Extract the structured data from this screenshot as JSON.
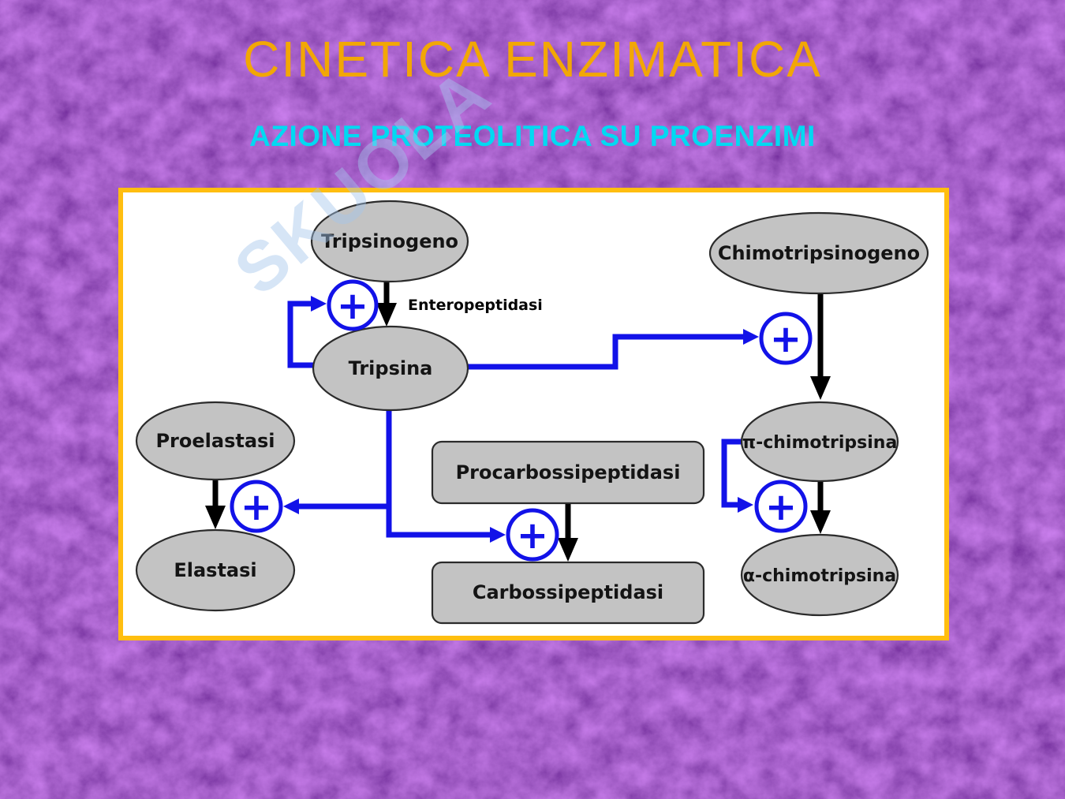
{
  "slide": {
    "title": "CINETICA ENZIMATICA",
    "subtitle": "AZIONE PROTEOLITICA SU PROENZIMI",
    "watermark_text": "SKUOLA"
  },
  "colors": {
    "background_purple": "#54209A",
    "title_orange": "#F2A705",
    "subtitle_cyan": "#00D9F2",
    "panel_border_gold": "#FFBE10",
    "panel_fill": "#FFFFFF",
    "node_fill_gray": "#C3C3C3",
    "node_border": "#2B2B2B",
    "activation_blue": "#1212E8",
    "conversion_black": "#000000"
  },
  "diagram": {
    "plus_symbol": "+",
    "enzyme_label": "Enteropeptidasi",
    "nodes": [
      {
        "id": "tripsinogeno",
        "label": "Tripsinogeno",
        "shape": "ellipse"
      },
      {
        "id": "tripsina",
        "label": "Tripsina",
        "shape": "ellipse"
      },
      {
        "id": "chimotripsinogeno",
        "label": "Chimotripsinogeno",
        "shape": "ellipse"
      },
      {
        "id": "pi-chimotripsina",
        "label": "π-chimotripsina",
        "shape": "ellipse"
      },
      {
        "id": "alfa-chimotripsina",
        "label": "α-chimotripsina",
        "shape": "ellipse"
      },
      {
        "id": "proelastasi",
        "label": "Proelastasi",
        "shape": "ellipse"
      },
      {
        "id": "elastasi",
        "label": "Elastasi",
        "shape": "ellipse"
      },
      {
        "id": "procarbossipeptidasi",
        "label": "Procarbossipeptidasi",
        "shape": "rect"
      },
      {
        "id": "carbossipeptidasi",
        "label": "Carbossipeptidasi",
        "shape": "rect"
      }
    ],
    "conversions": [
      {
        "from": "Tripsinogeno",
        "to": "Tripsina",
        "enzyme": "Enteropeptidasi"
      },
      {
        "from": "Chimotripsinogeno",
        "to": "π-chimotripsina"
      },
      {
        "from": "π-chimotripsina",
        "to": "α-chimotripsina"
      },
      {
        "from": "Proelastasi",
        "to": "Elastasi"
      },
      {
        "from": "Procarbossipeptidasi",
        "to": "Carbossipeptidasi"
      }
    ],
    "activations": [
      {
        "by": "Tripsina",
        "on": "Tripsinogeno → Tripsina"
      },
      {
        "by": "Tripsina",
        "on": "Chimotripsinogeno → π-chimotripsina"
      },
      {
        "by": "Tripsina",
        "on": "Proelastasi → Elastasi"
      },
      {
        "by": "Tripsina",
        "on": "Procarbossipeptidasi → Carbossipeptidasi"
      },
      {
        "by": "π-chimotripsina",
        "on": "π-chimotripsina → α-chimotripsina"
      }
    ]
  }
}
